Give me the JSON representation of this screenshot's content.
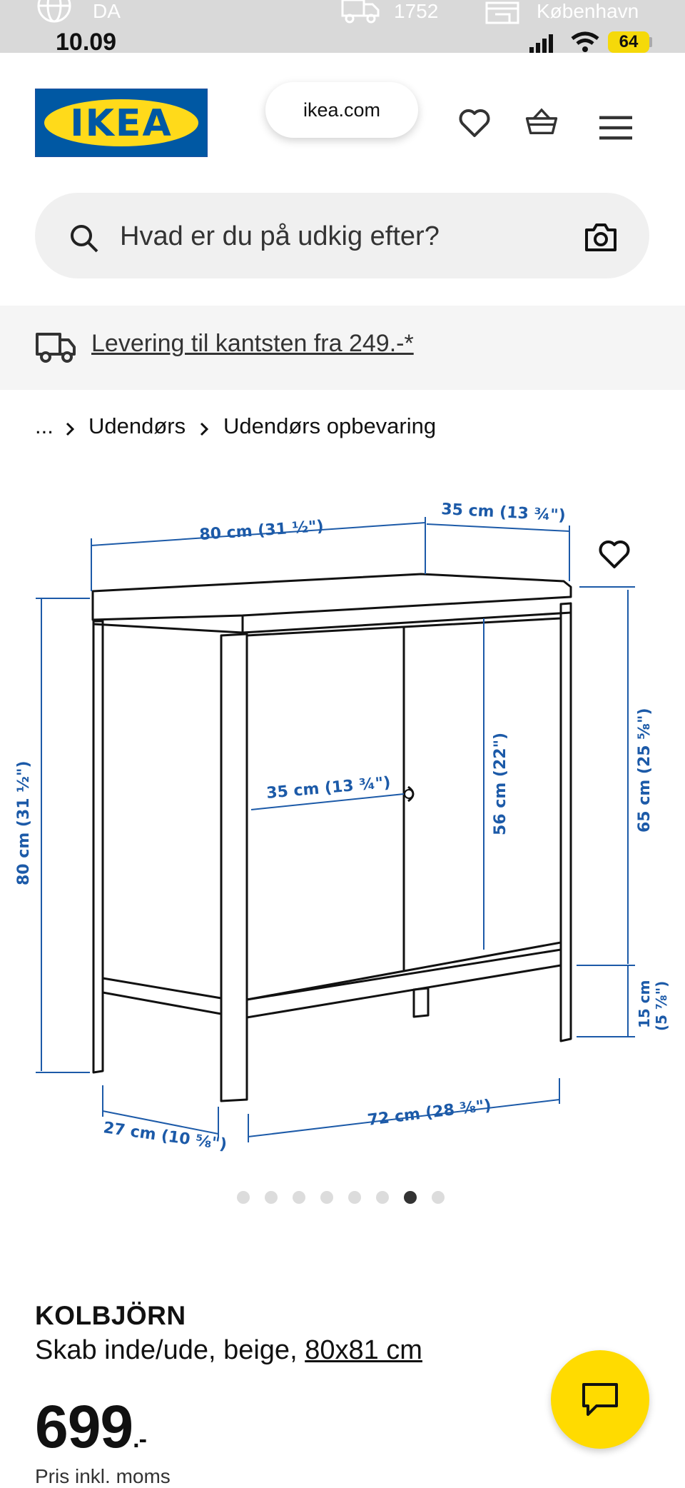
{
  "status_bar": {
    "time": "10.09",
    "battery": "64",
    "ghost_lang": "DA",
    "ghost_count": "1752",
    "ghost_city": "København"
  },
  "header": {
    "logo_text": "IKEA",
    "url": "ikea.com",
    "icons": [
      "heart-icon",
      "basket-icon",
      "menu-icon"
    ]
  },
  "search": {
    "placeholder": "Hvad er du på udkig efter?",
    "icon": "search-icon",
    "camera_icon": "camera-icon"
  },
  "delivery": {
    "text": "Levering til kantsten fra 249.-*",
    "icon": "truck-icon"
  },
  "breadcrumb": {
    "ellipsis": "...",
    "items": [
      "Udendørs",
      "Udendørs opbevaring"
    ]
  },
  "image": {
    "dimensions": {
      "width": "80 cm (31 ½\")",
      "depth_top": "35 cm (13 ¾\")",
      "height": "80 cm (31 ½\")",
      "inner_depth": "35 cm (13 ¾\")",
      "inner_height": "56 cm (22\")",
      "body_height": "65 cm (25 ⅝\")",
      "leg_height_cm": "15 cm",
      "leg_height_in": "(5 ⅞\")",
      "base_depth": "27 cm (10 ⅝\")",
      "base_width": "72 cm (28 ⅜\")"
    },
    "carousel": {
      "total": 8,
      "active_index": 6
    }
  },
  "product": {
    "name": "KOLBJÖRN",
    "desc_prefix": "Skab inde/ude, beige, ",
    "size_link": "80x81 cm",
    "price": "699",
    "price_suffix": ".-",
    "price_note": "Pris inkl. moms"
  },
  "colors": {
    "ikea_blue": "#0058a3",
    "ikea_yellow": "#ffdb00",
    "dimension_blue": "#1c5aa8"
  }
}
